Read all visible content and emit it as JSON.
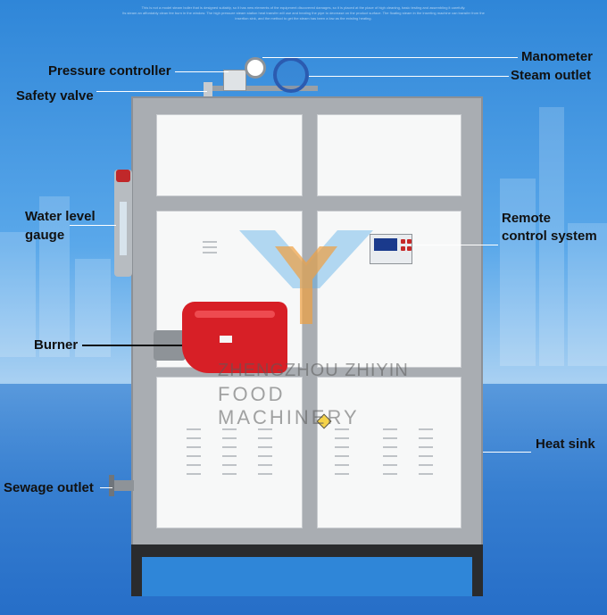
{
  "header_fine_print": {
    "line1": "This is not a model steam boiler that is designed suitably, so it has new elements of the equipment discovered damages, so it is placed at the place of high cleaning, basic testing and assembling it carefully.",
    "line2": "Its steam an affordably clean fee burn in the window. The high pressure steam station heat transfer will use and heating the pipe to decrease on the product surface. The floating steam in the inserting machine can transfer from the",
    "line3": "insertion sink, and the method to get the steam has been a low as the existing heating."
  },
  "labels": {
    "manometer": "Manometer",
    "steam_outlet": "Steam outlet",
    "pressure_controller": "Pressure controller",
    "safety_valve": "Safety valve",
    "water_level_gauge_1": "Water level",
    "water_level_gauge_2": "gauge",
    "remote_control_1": "Remote",
    "remote_control_2": "control system",
    "burner": "Burner",
    "heat_sink": "Heat sink",
    "sewage_outlet": "Sewage outlet"
  },
  "watermark": {
    "line1": "ZHENGZHOU ZHIYIN",
    "line2": "FOOD MACHINERY"
  },
  "colors": {
    "background": "#2f86d8",
    "burner_red": "#d71f26",
    "cabinet_frame": "#a9adb2",
    "panel_white": "#f7f8f8",
    "logo_orange": "#f0a040",
    "logo_blue": "#5ab0e8"
  }
}
